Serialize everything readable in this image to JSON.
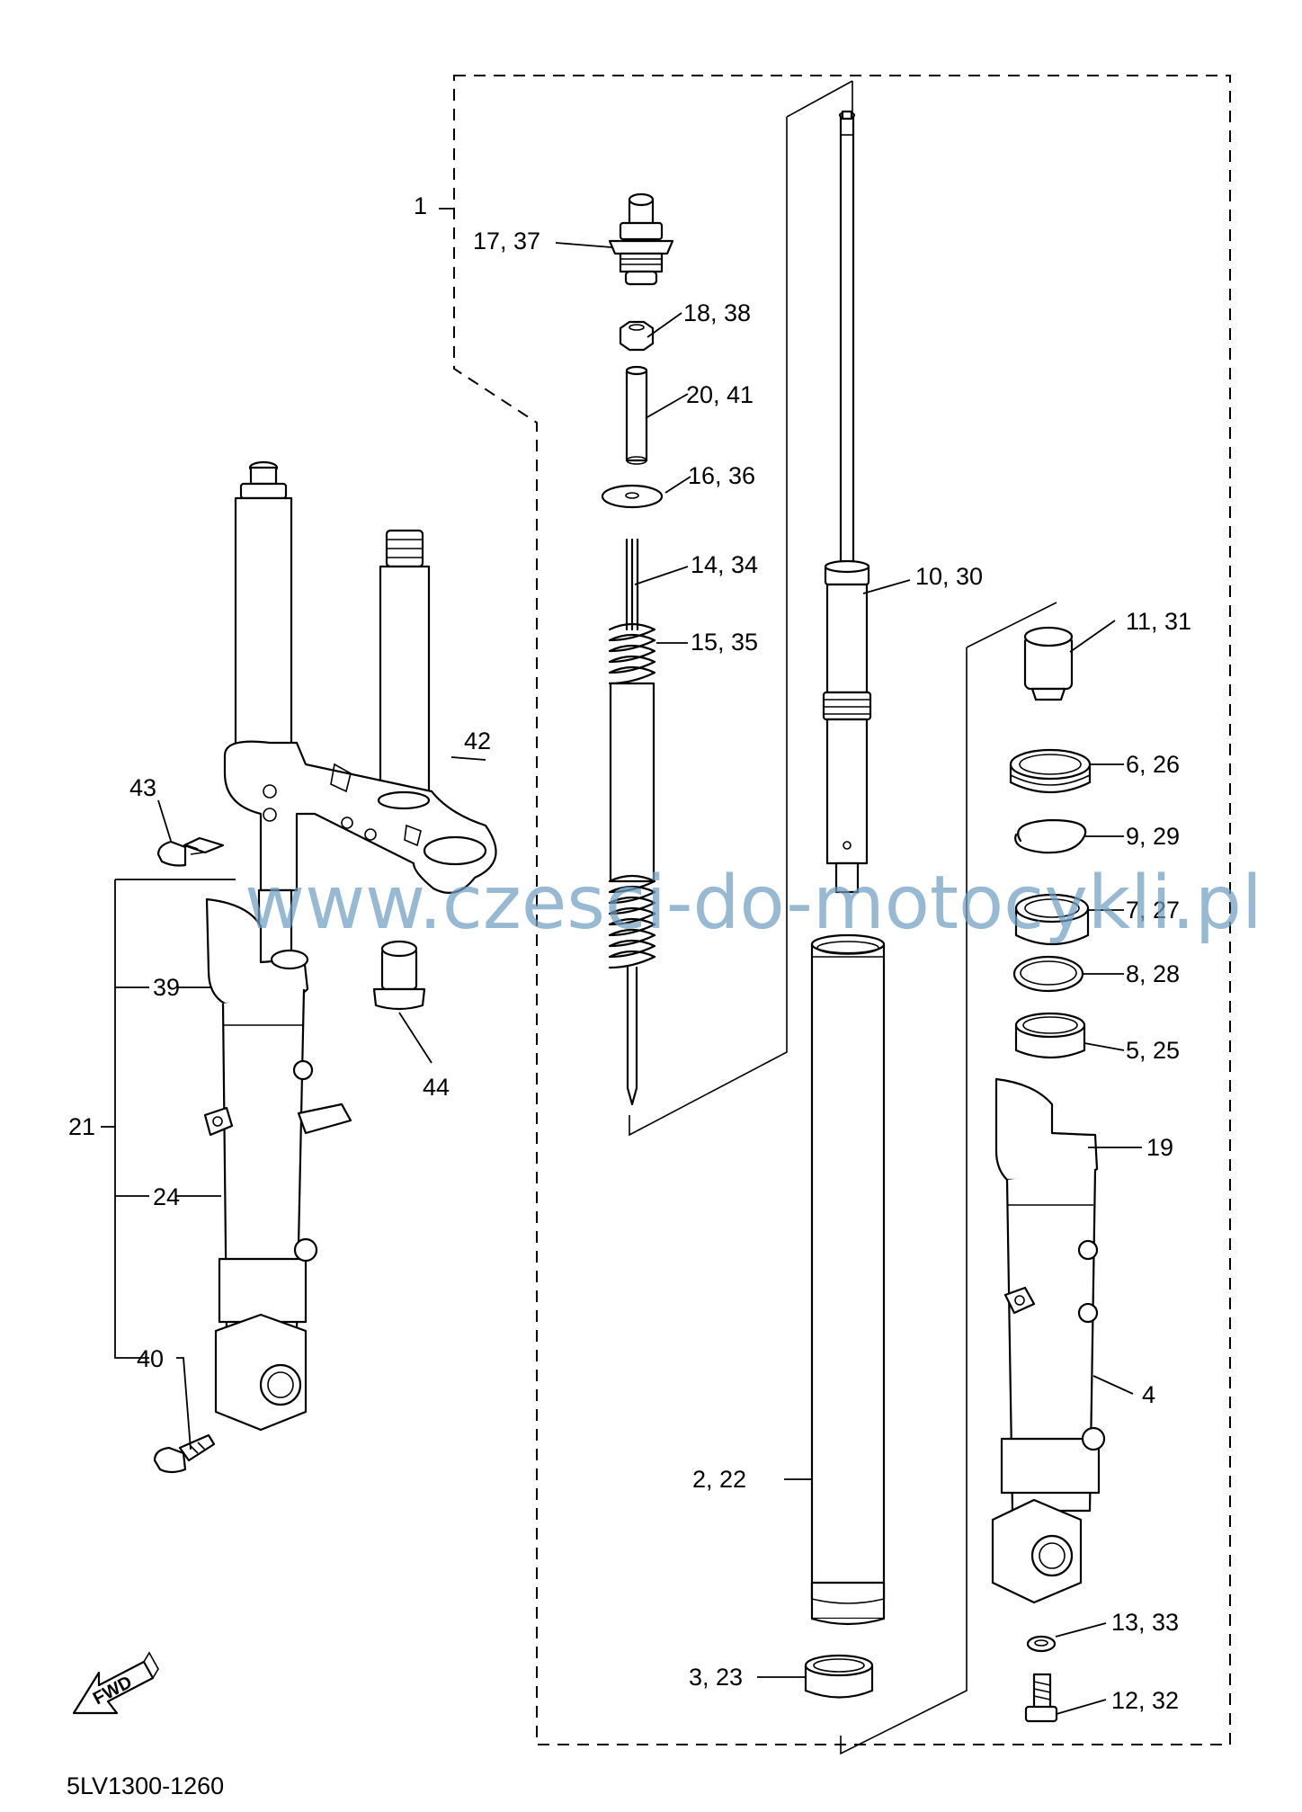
{
  "diagram_code": "5LV1300-1260",
  "watermark": "www.czesci-do-motocykli.pl",
  "fwd_icon": {
    "name": "fwd-arrow-icon",
    "text": "FWD"
  },
  "labels": [
    {
      "id": "1",
      "text": "1"
    },
    {
      "id": "17_37",
      "text": "17, 37"
    },
    {
      "id": "18_38",
      "text": "18, 38"
    },
    {
      "id": "20_41",
      "text": "20, 41"
    },
    {
      "id": "16_36",
      "text": "16, 36"
    },
    {
      "id": "14_34",
      "text": "14, 34"
    },
    {
      "id": "15_35",
      "text": "15, 35"
    },
    {
      "id": "10_30",
      "text": "10, 30"
    },
    {
      "id": "11_31",
      "text": "11, 31"
    },
    {
      "id": "6_26",
      "text": "6, 26"
    },
    {
      "id": "9_29",
      "text": "9, 29"
    },
    {
      "id": "7_27",
      "text": "7, 27"
    },
    {
      "id": "8_28",
      "text": "8, 28"
    },
    {
      "id": "5_25",
      "text": "5, 25"
    },
    {
      "id": "19",
      "text": "19"
    },
    {
      "id": "4",
      "text": "4"
    },
    {
      "id": "2_22",
      "text": "2, 22"
    },
    {
      "id": "3_23",
      "text": "3, 23"
    },
    {
      "id": "13_33",
      "text": "13, 33"
    },
    {
      "id": "12_32",
      "text": "12, 32"
    },
    {
      "id": "42",
      "text": "42"
    },
    {
      "id": "43",
      "text": "43"
    },
    {
      "id": "44",
      "text": "44"
    },
    {
      "id": "39",
      "text": "39"
    },
    {
      "id": "21",
      "text": "21"
    },
    {
      "id": "24",
      "text": "24"
    },
    {
      "id": "40",
      "text": "40"
    }
  ]
}
